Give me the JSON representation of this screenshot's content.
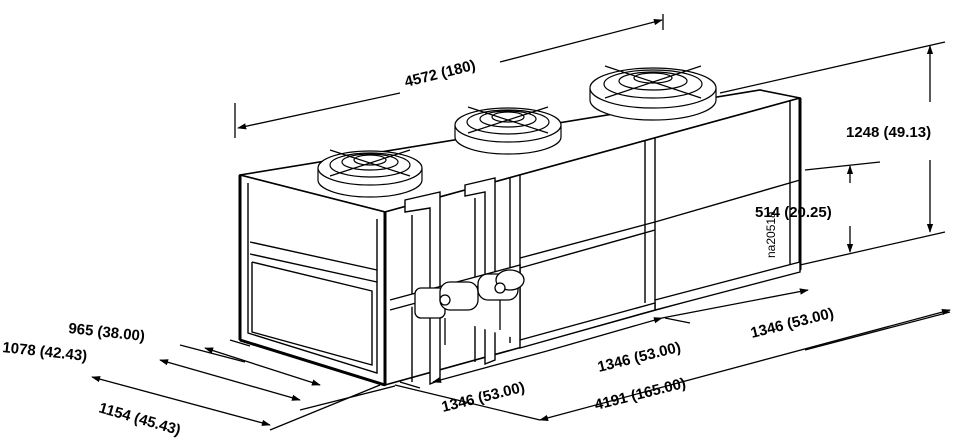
{
  "diagram": {
    "figure_id": "na2051a",
    "dimensions": {
      "overall_length": "4572 (180)",
      "overall_height": "1248 (49.13)",
      "leg_clearance": "514 (20.25)",
      "leg_spacing_1": "1346 (53.00)",
      "leg_spacing_2": "1346 (53.00)",
      "leg_spacing_3": "1346 (53.00)",
      "leg_span_total": "4191 (165.00)",
      "width_inner": "965 (38.00)",
      "width_mid": "1078 (42.43)",
      "width_outer": "1154 (45.43)"
    }
  }
}
